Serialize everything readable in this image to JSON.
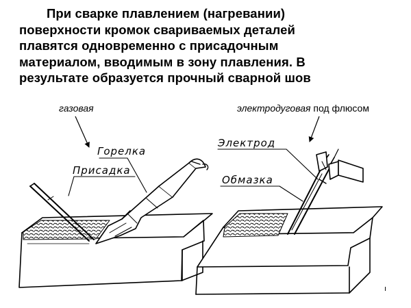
{
  "heading": {
    "line1": "При сварке плавлением (нагревании)",
    "line2": "поверхности кромок свариваемых деталей",
    "line3": "плавятся одновременно с присадочным",
    "line4": "материалом, вводимым в зону плавления. В",
    "line5": "результате образуется прочный сварной шов"
  },
  "captions": {
    "gas": "газовая",
    "arc_italic": "электродуговая",
    "arc_upright": " под флюсом"
  },
  "labels": {
    "torch": "Горелка",
    "filler": "Присадка",
    "electrode": "Электрод",
    "coating": "Обмазка"
  },
  "page_mark": "ı"
}
